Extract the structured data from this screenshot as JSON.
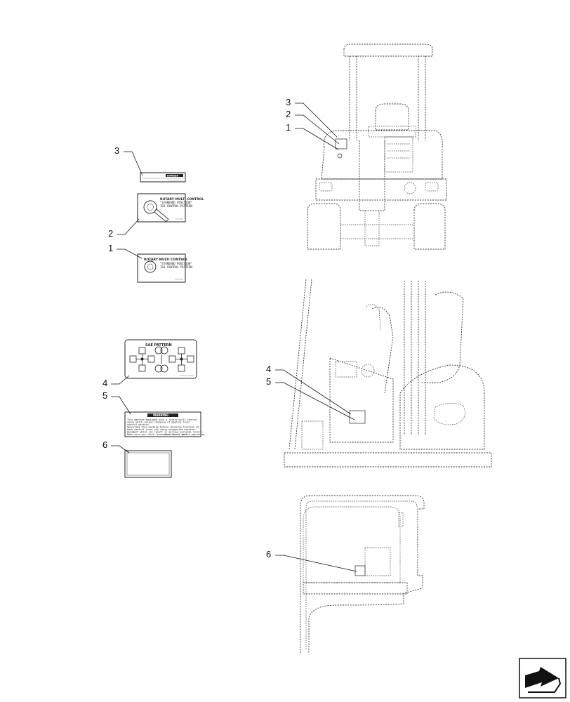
{
  "callouts": {
    "c1": "1",
    "c2": "2",
    "c3": "3",
    "c4": "4",
    "c5": "5",
    "c6": "6",
    "v1_3": "3",
    "v1_2": "2",
    "v1_1": "1",
    "v2_4": "4",
    "v2_5": "5",
    "v3_6": "6"
  },
  "decals": {
    "danger_title": "DANGER",
    "rotary_title": "ROTARY MULTI CONTROL",
    "rotary_sub": "\"STANDARD POSITION\"",
    "rotary_sub2": "ISO CONTROL PATTERN",
    "sae_title": "SAE PATTERN",
    "warning_title": "WARNING",
    "warning_line1": "This machine equipped with a rotary multi-control",
    "warning_line2": "valve which allows changing of machine lever",
    "warning_line3": "control pattern.",
    "warning_line4": "Operating this machine before checking function of",
    "warning_line5": "each control lever can cause unexpected machine",
    "warning_line6": "movement which can result in serious personal injury.",
    "warning_line7": "Make sure you check lever function of each",
    "warning_line8": "control lever before operating."
  },
  "icons": {
    "nav": "navigation-arrow-icon"
  }
}
